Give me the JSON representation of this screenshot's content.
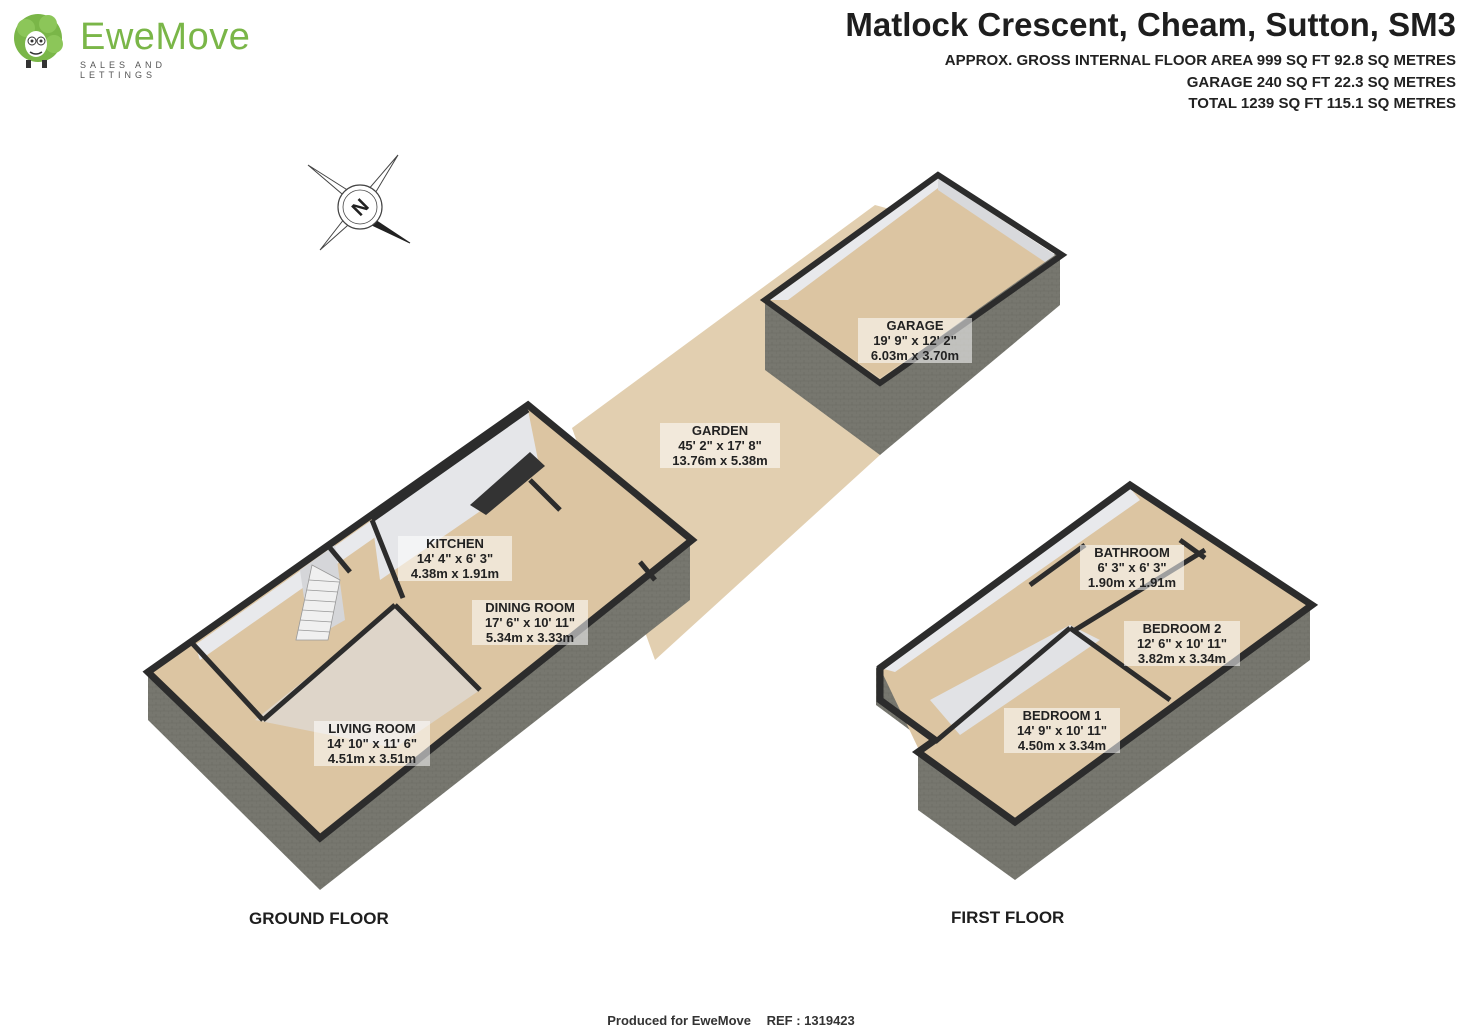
{
  "brand": {
    "name": "EweMove",
    "tagline": "SALES AND LETTINGS",
    "color": "#7ab648"
  },
  "header": {
    "title": "Matlock Crescent, Cheam, Sutton, SM3",
    "area_lines": [
      "APPROX. GROSS INTERNAL FLOOR AREA 999 SQ FT 92.8 SQ METRES",
      "GARAGE 240 SQ FT 22.3 SQ METRES",
      "TOTAL 1239 SQ FT 115.1 SQ METRES"
    ]
  },
  "compass": {
    "letter": "N",
    "icon": "compass-icon"
  },
  "rooms": {
    "garage": {
      "name": "GARAGE",
      "imperial": "19' 9\" x 12' 2\"",
      "metric": "6.03m x 3.70m"
    },
    "garden": {
      "name": "GARDEN",
      "imperial": "45' 2\" x 17' 8\"",
      "metric": "13.76m x 5.38m"
    },
    "kitchen": {
      "name": "KITCHEN",
      "imperial": "14' 4\" x 6' 3\"",
      "metric": "4.38m x 1.91m"
    },
    "dining": {
      "name": "DINING ROOM",
      "imperial": "17' 6\" x 10' 11\"",
      "metric": "5.34m x 3.33m"
    },
    "living": {
      "name": "LIVING ROOM",
      "imperial": "14' 10\" x 11' 6\"",
      "metric": "4.51m x 3.51m"
    },
    "bathroom": {
      "name": "BATHROOM",
      "imperial": "6' 3\" x 6' 3\"",
      "metric": "1.90m x 1.91m"
    },
    "bedroom2": {
      "name": "BEDROOM 2",
      "imperial": "12' 6\" x 10' 11\"",
      "metric": "3.82m x 3.34m"
    },
    "bedroom1": {
      "name": "BEDROOM 1",
      "imperial": "14' 9\" x 10' 11\"",
      "metric": "4.50m x 3.34m"
    }
  },
  "floors": {
    "ground": "GROUND FLOOR",
    "first": "FIRST FLOOR"
  },
  "footer": {
    "produced": "Produced for EweMove",
    "ref": "REF : 1319423"
  },
  "colors": {
    "floor": "#dcc5a2",
    "wall_top": "#2c2c2c",
    "wall_outer": "#7a7a72",
    "interior_wall": "#e8e9ec",
    "garden": "#e2cfb0"
  }
}
